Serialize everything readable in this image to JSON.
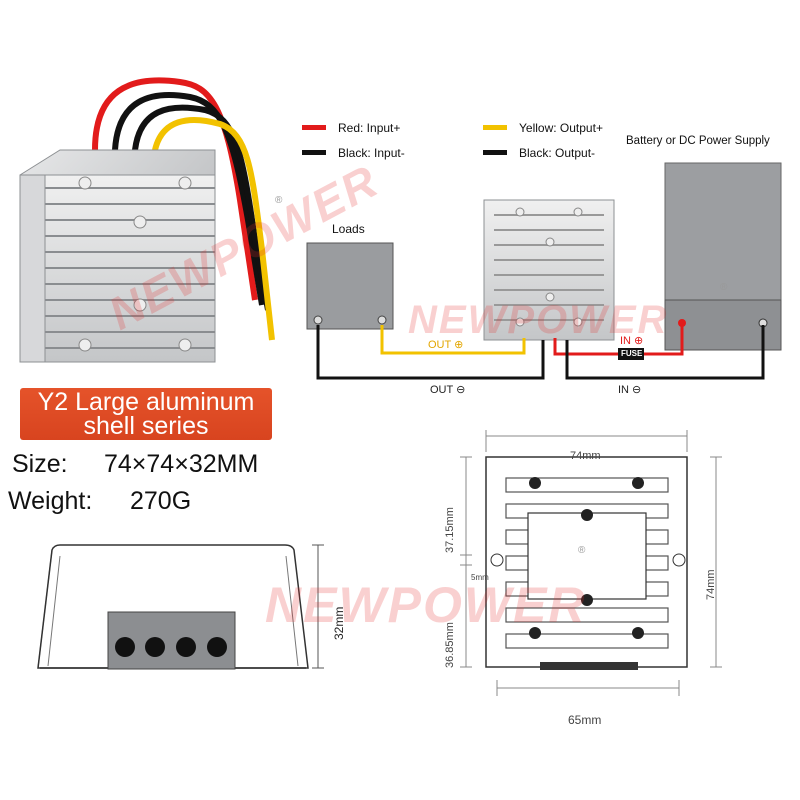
{
  "brand": {
    "watermark": "NEWPOWER",
    "mark": "®"
  },
  "legend": {
    "red_input": "Red: Input+",
    "black_input": "Black: Input-",
    "yellow_output": "Yellow: Output+",
    "black_output": "Black: Output-"
  },
  "wiring": {
    "power_supply": "Battery or DC Power Supply",
    "loads": "Loads",
    "out_plus": "OUT ⊕",
    "out_minus": "OUT ⊖",
    "in_plus": "IN ⊕",
    "in_minus": "IN ⊖",
    "fuse": "FUSE"
  },
  "series": {
    "line1": "Y2 Large aluminum",
    "line2": "shell series"
  },
  "specs": {
    "size_label": "Size:",
    "size_value": "74×74×32MM",
    "weight_label": "Weight:",
    "weight_value": "270G"
  },
  "dimensions": {
    "width_top": "74mm",
    "height_right": "74mm",
    "upper_offset": "37.15mm",
    "gap": "5mm",
    "lower_offset": "36.85mm",
    "height_side": "32mm",
    "mount_width": "65mm"
  },
  "colors": {
    "red_wire": "#e21b1b",
    "yellow_wire": "#f2c200",
    "black_wire": "#111111",
    "orange_badge": "#e0502a",
    "aluminum": "#c9cbcd"
  }
}
